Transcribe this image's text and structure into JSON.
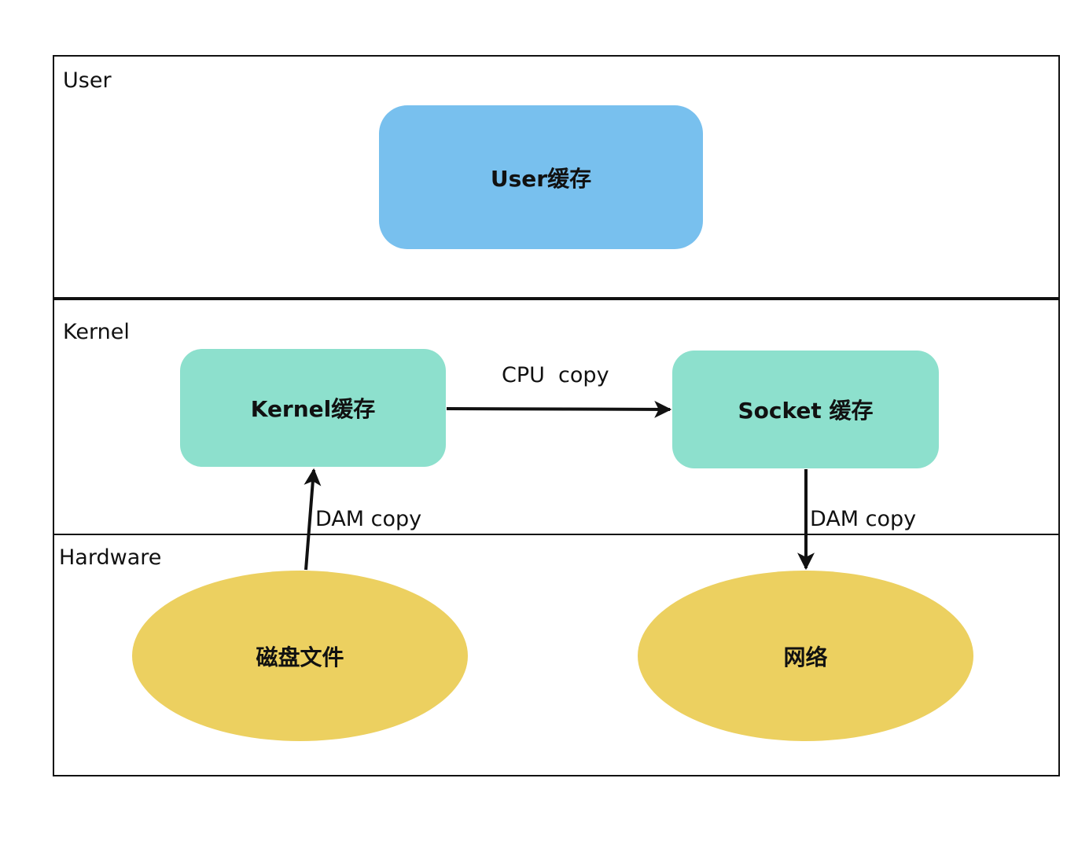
{
  "layers": {
    "user": "User",
    "kernel": "Kernel",
    "hardware": "Hardware"
  },
  "nodes": {
    "user_cache": "User缓存",
    "kernel_cache": "Kernel缓存",
    "socket_cache": "Socket 缓存",
    "disk_file": "磁盘文件",
    "network": "网络"
  },
  "edges": {
    "cpu_copy": "CPU  copy",
    "dma_copy_left": "DAM copy",
    "dma_copy_right": "DAM copy"
  },
  "colors": {
    "user_cache_fill": "#78c0ee",
    "kernel_cache_fill": "#8de0cd",
    "socket_cache_fill": "#8de0cd",
    "hardware_fill": "#ecd060",
    "line": "#111111"
  }
}
